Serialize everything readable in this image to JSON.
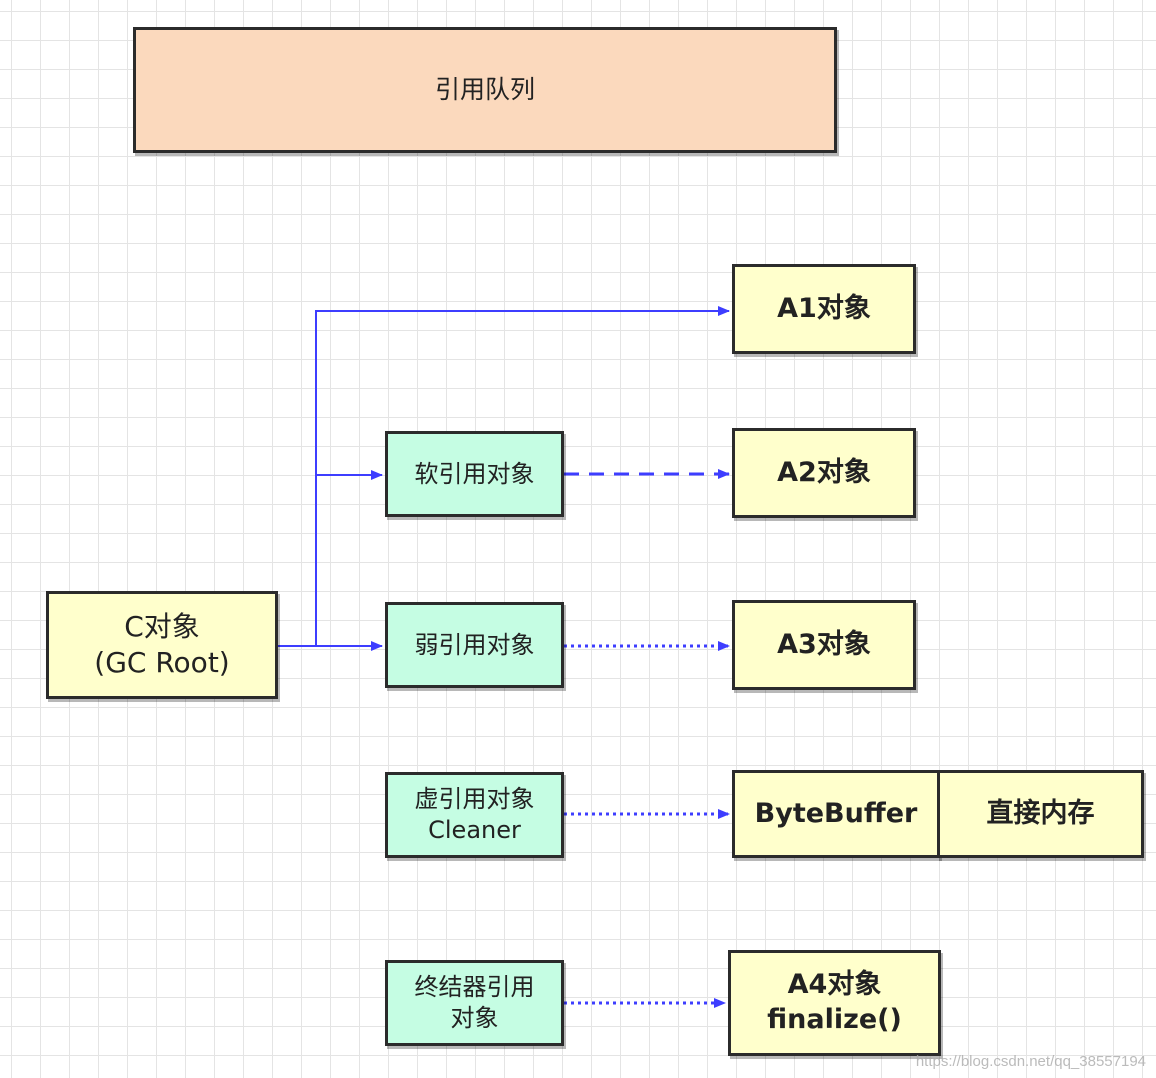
{
  "diagram": {
    "queue": {
      "label": "引用队列"
    },
    "c_object": {
      "line1": "C对象",
      "line2": "(GC Root)"
    },
    "references": {
      "soft": {
        "label": "软引用对象"
      },
      "weak": {
        "label": "弱引用对象"
      },
      "phantom": {
        "line1": "虚引用对象",
        "line2": "Cleaner"
      },
      "finalizer": {
        "line1": "终结器引用",
        "line2": "对象"
      }
    },
    "targets": {
      "a1": {
        "label": "A1对象"
      },
      "a2": {
        "label": "A2对象"
      },
      "a3": {
        "label": "A3对象"
      },
      "bytebuffer": {
        "label": "ByteBuffer"
      },
      "direct_memory": {
        "label": "直接内存"
      },
      "a4": {
        "line1": "A4对象",
        "line2": "finalize()"
      }
    },
    "colors": {
      "arrow": "#3d3dff",
      "queue_fill": "#fbd9bd",
      "object_fill": "#ffffcc",
      "reference_fill": "#c5fde3",
      "border": "#2b2b2b"
    },
    "watermark": "https://blog.csdn.net/qq_38557194"
  }
}
